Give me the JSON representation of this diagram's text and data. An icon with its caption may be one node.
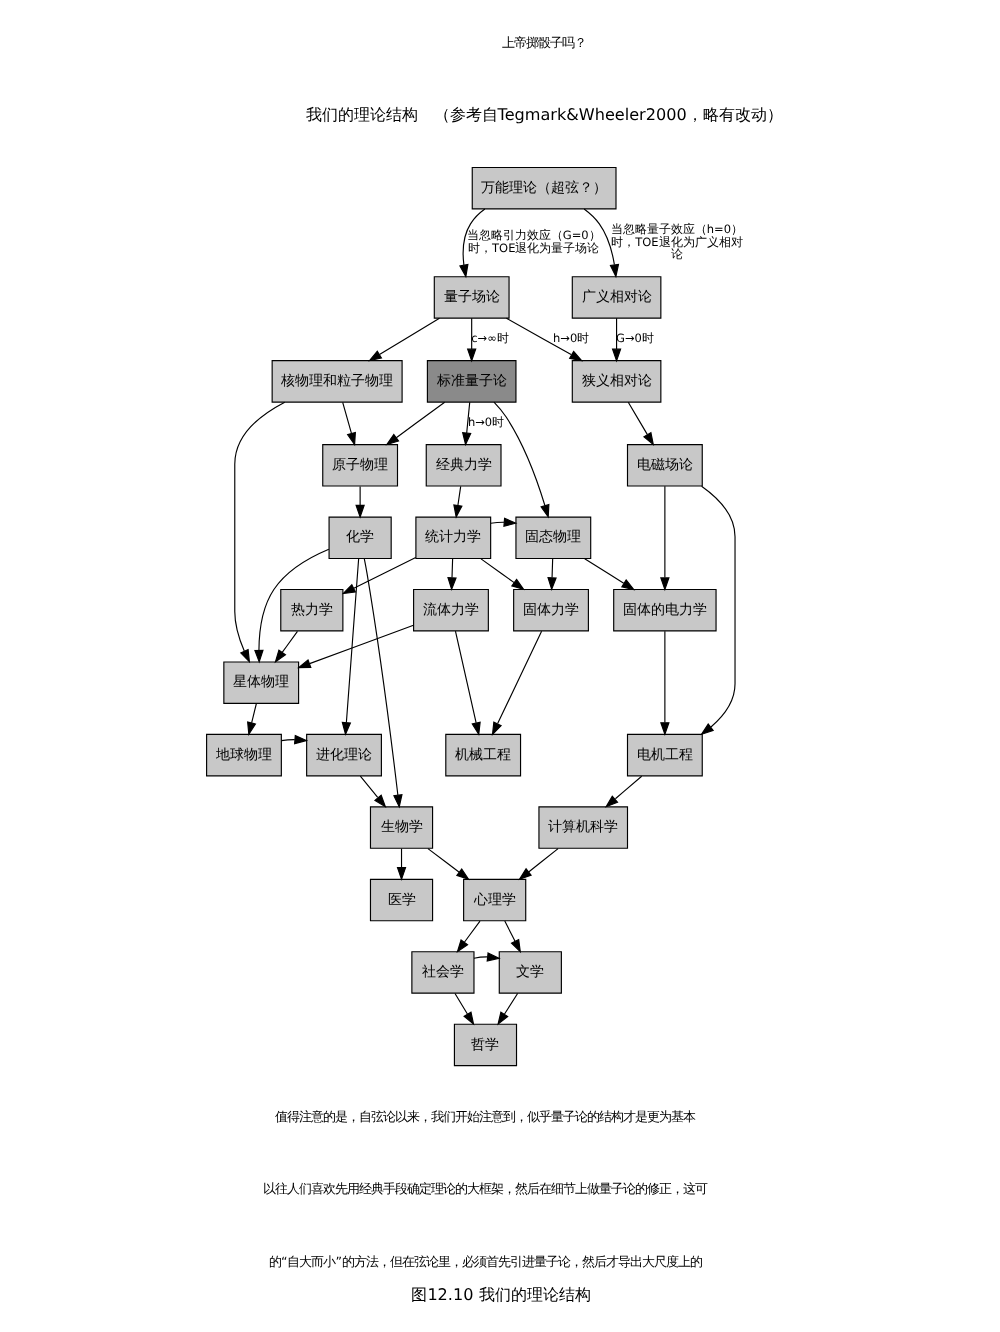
{
  "diagram": {
    "title": "我们的理论结构　（参考自Tegmark&Wheeler2000，略有改动）",
    "caption": "图12.10 我们的理论结构",
    "nodes": [
      {
        "text": [
          "万能理论（超弦？）"
        ]
      },
      {
        "text": [
          "广义相对论"
        ]
      },
      {
        "text": [
          "量子场论"
        ]
      },
      {
        "text": [
          "狭义相对论"
        ]
      },
      {
        "text": [
          "标准量子论"
        ]
      },
      {
        "text": [
          "核物理和粒子物理"
        ]
      },
      {
        "text": [
          "电磁场论"
        ]
      },
      {
        "text": [
          "经典力学"
        ]
      },
      {
        "text": [
          "原子物理"
        ]
      },
      {
        "text": [
          "固态物理"
        ]
      },
      {
        "text": [
          "统计力学"
        ]
      },
      {
        "text": [
          "化学"
        ]
      },
      {
        "text": [
          "固体的电力学"
        ]
      },
      {
        "text": [
          "固体力学"
        ]
      },
      {
        "text": [
          "流体力学"
        ]
      },
      {
        "text": [
          "热力学"
        ]
      },
      {
        "text": [
          "星体物理"
        ]
      },
      {
        "text": [
          "电机工程"
        ]
      },
      {
        "text": [
          "机械工程"
        ]
      },
      {
        "text": [
          "地球物理"
        ]
      },
      {
        "text": [
          "进化理论"
        ]
      },
      {
        "text": [
          "计算机科学"
        ]
      },
      {
        "text": [
          "生物学"
        ]
      },
      {
        "text": [
          "心理学"
        ]
      },
      {
        "text": [
          "医学"
        ]
      },
      {
        "text": [
          "社会学"
        ]
      },
      {
        "text": [
          "文学"
        ]
      },
      {
        "text": [
          "哲学"
        ]
      }
    ],
    "edges": [
      {
        "from": 0,
        "to": 1,
        "arrow": "to",
        "label": "当忽略量子效应（h=0）时，TOE退化为广义相对论"
      },
      {
        "from": 0,
        "to": 2,
        "arrow": "to",
        "label": "当忽略引力效应（G=0）时，TOE退化为量子场论"
      },
      {
        "from": 1,
        "to": 3,
        "arrow": "to",
        "label": "G→0时"
      },
      {
        "from": 2,
        "to": 3,
        "arrow": "to",
        "label": "h→0时"
      },
      {
        "from": 2,
        "to": 4,
        "arrow": "to",
        "label": "c→∞时"
      },
      {
        "from": 2,
        "to": 5,
        "arrow": "to"
      },
      {
        "from": 3,
        "to": 6,
        "arrow": "to"
      },
      {
        "from": 4,
        "to": 9,
        "arrow": "to"
      },
      {
        "from": 4,
        "to": 7,
        "arrow": "to",
        "label": "h→0时"
      },
      {
        "from": 4,
        "to": 8,
        "arrow": "to"
      },
      {
        "from": 5,
        "to": 8,
        "arrow": "to"
      },
      {
        "from": 5,
        "to": 16,
        "arrow": "to"
      },
      {
        "from": 7,
        "to": 10,
        "arrow": "to"
      },
      {
        "from": 8,
        "to": 11,
        "arrow": "to"
      },
      {
        "from": 10,
        "to": 9,
        "arrow": "to"
      },
      {
        "from": 9,
        "to": 12,
        "arrow": "to"
      },
      {
        "from": 9,
        "to": 13,
        "arrow": "to"
      },
      {
        "from": 10,
        "to": 13,
        "arrow": "to"
      },
      {
        "from": 10,
        "to": 14,
        "arrow": "to"
      },
      {
        "from": 10,
        "to": 15,
        "arrow": "to"
      },
      {
        "from": 6,
        "to": 12,
        "arrow": "to"
      },
      {
        "from": 6,
        "to": 17,
        "arrow": "to"
      },
      {
        "from": 11,
        "to": 16,
        "arrow": "to"
      },
      {
        "from": 15,
        "to": 16,
        "arrow": "to"
      },
      {
        "from": 11,
        "to": 20,
        "arrow": "to"
      },
      {
        "from": 11,
        "to": 22,
        "arrow": "to"
      },
      {
        "from": 12,
        "to": 17,
        "arrow": "to"
      },
      {
        "from": 13,
        "to": 18,
        "arrow": "to"
      },
      {
        "from": 14,
        "to": 18,
        "arrow": "to"
      },
      {
        "from": 14,
        "to": 16,
        "arrow": "to"
      },
      {
        "from": 16,
        "to": 19,
        "arrow": "to"
      },
      {
        "from": 19,
        "to": 20,
        "arrow": "to"
      },
      {
        "from": 20,
        "to": 22,
        "arrow": "to"
      },
      {
        "from": 17,
        "to": 21,
        "arrow": "to"
      },
      {
        "from": 21,
        "to": 23,
        "arrow": "to"
      },
      {
        "from": 22,
        "to": 23,
        "arrow": "to"
      },
      {
        "from": 22,
        "to": 24,
        "arrow": "to"
      },
      {
        "from": 23,
        "to": 25,
        "arrow": "to"
      },
      {
        "from": 23,
        "to": 26,
        "arrow": "to"
      },
      {
        "from": 25,
        "to": 26,
        "arrow": "to"
      },
      {
        "from": 25,
        "to": 27,
        "arrow": "to"
      },
      {
        "from": 26,
        "to": 27,
        "arrow": "to"
      }
    ],
    "labels": [
      "上帝掷骰子吗？",
      "值得注意的是，自弦论以来，我们开始注意到，似乎量子论的结构才是更为基本",
      "以往人们喜欢先用经典手段确定理论的大框架，然后在细节上做量子论的修正，这可",
      "的“自大而小”的方法，但在弦论里，必须首先引进量子论，然后才导出大尺度上的"
    ]
  }
}
